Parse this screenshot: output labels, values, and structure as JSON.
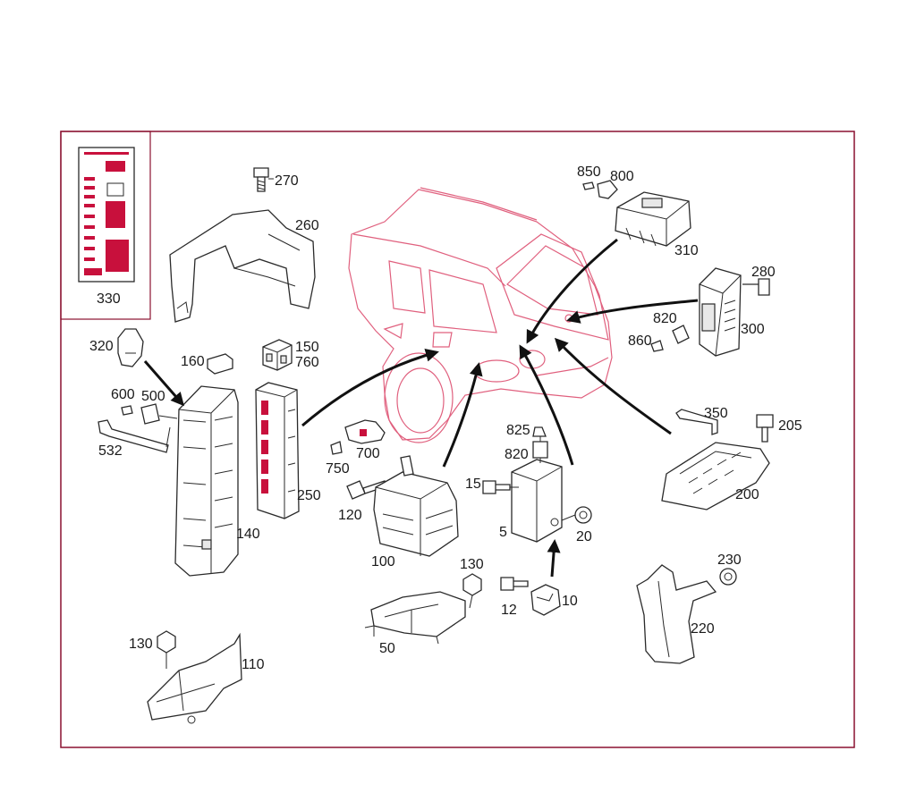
{
  "diagram": {
    "colors": {
      "frame": "#8a1030",
      "accent": "#c8103c",
      "vehicle_outline": "#e0607e",
      "ink": "#1a1a1a"
    },
    "callouts": {
      "c330": "330",
      "c270": "270",
      "c260": "260",
      "c850": "850",
      "c800": "800",
      "c310": "310",
      "c280": "280",
      "c820a": "820",
      "c860": "860",
      "c300": "300",
      "c320": "320",
      "c160": "160",
      "c150": "150",
      "c760": "760",
      "c600": "600",
      "c500": "500",
      "c532": "532",
      "c750": "750",
      "c700": "700",
      "c825": "825",
      "c820b": "820",
      "c350": "350",
      "c205": "205",
      "c250": "250",
      "c140": "140",
      "c120": "120",
      "c15": "15",
      "c5": "5",
      "c20": "20",
      "c200": "200",
      "c100": "100",
      "c130a": "130",
      "c12": "12",
      "c10": "10",
      "c230": "230",
      "c220": "220",
      "c50": "50",
      "c130b": "130",
      "c110": "110"
    }
  }
}
